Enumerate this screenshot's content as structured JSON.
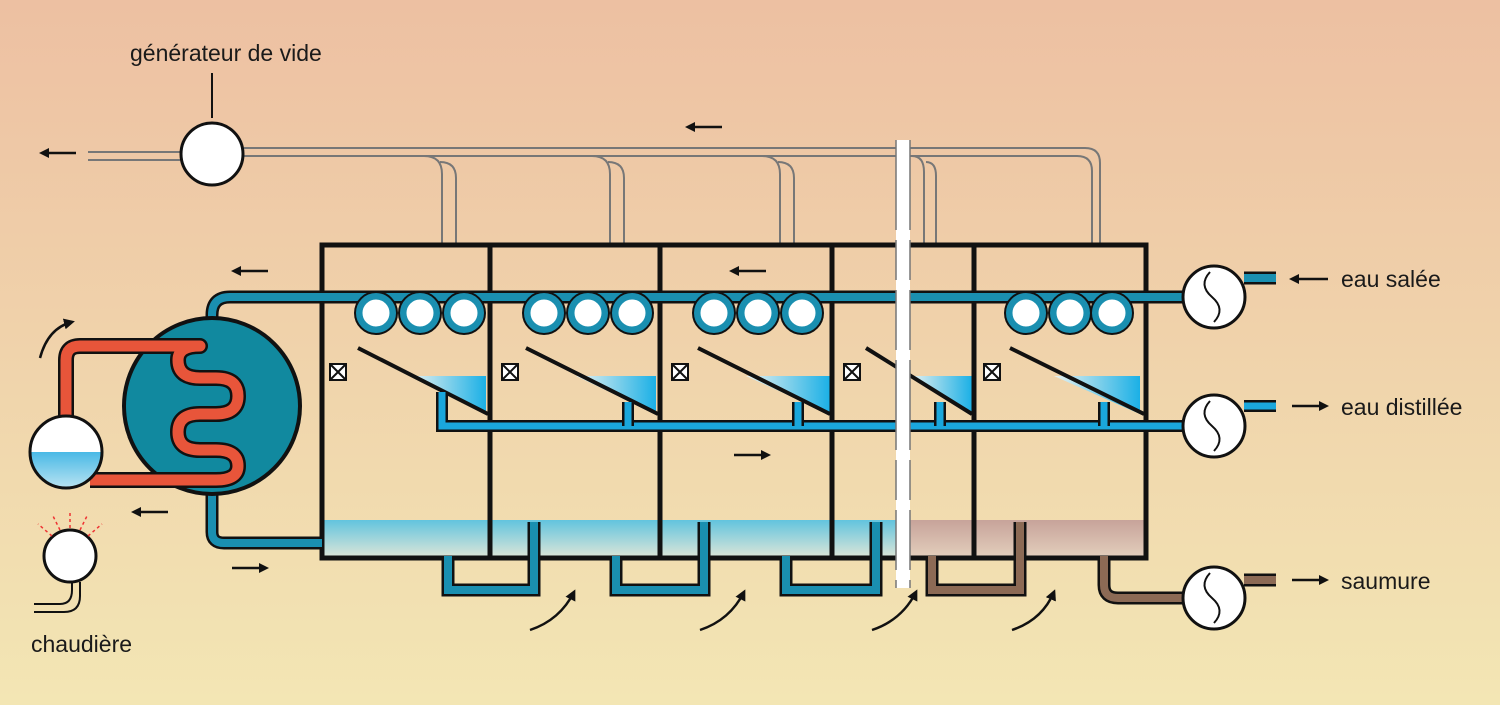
{
  "labels": {
    "vacuum_generator": "générateur de vide",
    "salt_water": "eau salée",
    "distilled_water": "eau distillée",
    "brine": "saumure",
    "boiler": "chaudière"
  },
  "colors": {
    "background_top": "#edc0a2",
    "background_bottom": "#f3e6b4",
    "seawater_pipe": "#1a8fb0",
    "distillate_pipe": "#15a3dc",
    "brine_pipe": "#8c6a55",
    "heater_coil": "#e8553a",
    "heat_exchanger": "#11899f",
    "frame": "#111111"
  },
  "icons": {
    "pump": "circle-pump-icon",
    "valve": "crossed-box-valve-icon",
    "flow": "arrow-icon"
  }
}
